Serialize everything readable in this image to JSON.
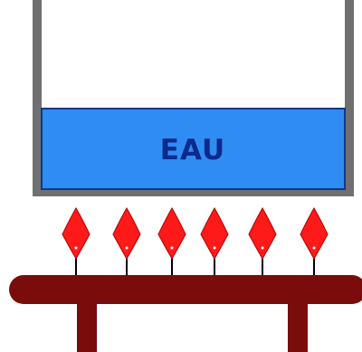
{
  "diagram": {
    "water_label": "EAU",
    "burner_count": 6,
    "water_fill_fraction": 0.42
  },
  "colors": {
    "background": "#ffffff",
    "pot_wall": "#707070",
    "water": "#2f8cf2",
    "water_outline": "#0a3a8a",
    "water_text": "#0b2a8c",
    "flame": "#ff1a1a",
    "flame_outline": "#b00000",
    "burner_tube": "#7a0c0c",
    "gas_stem": "#000000"
  }
}
